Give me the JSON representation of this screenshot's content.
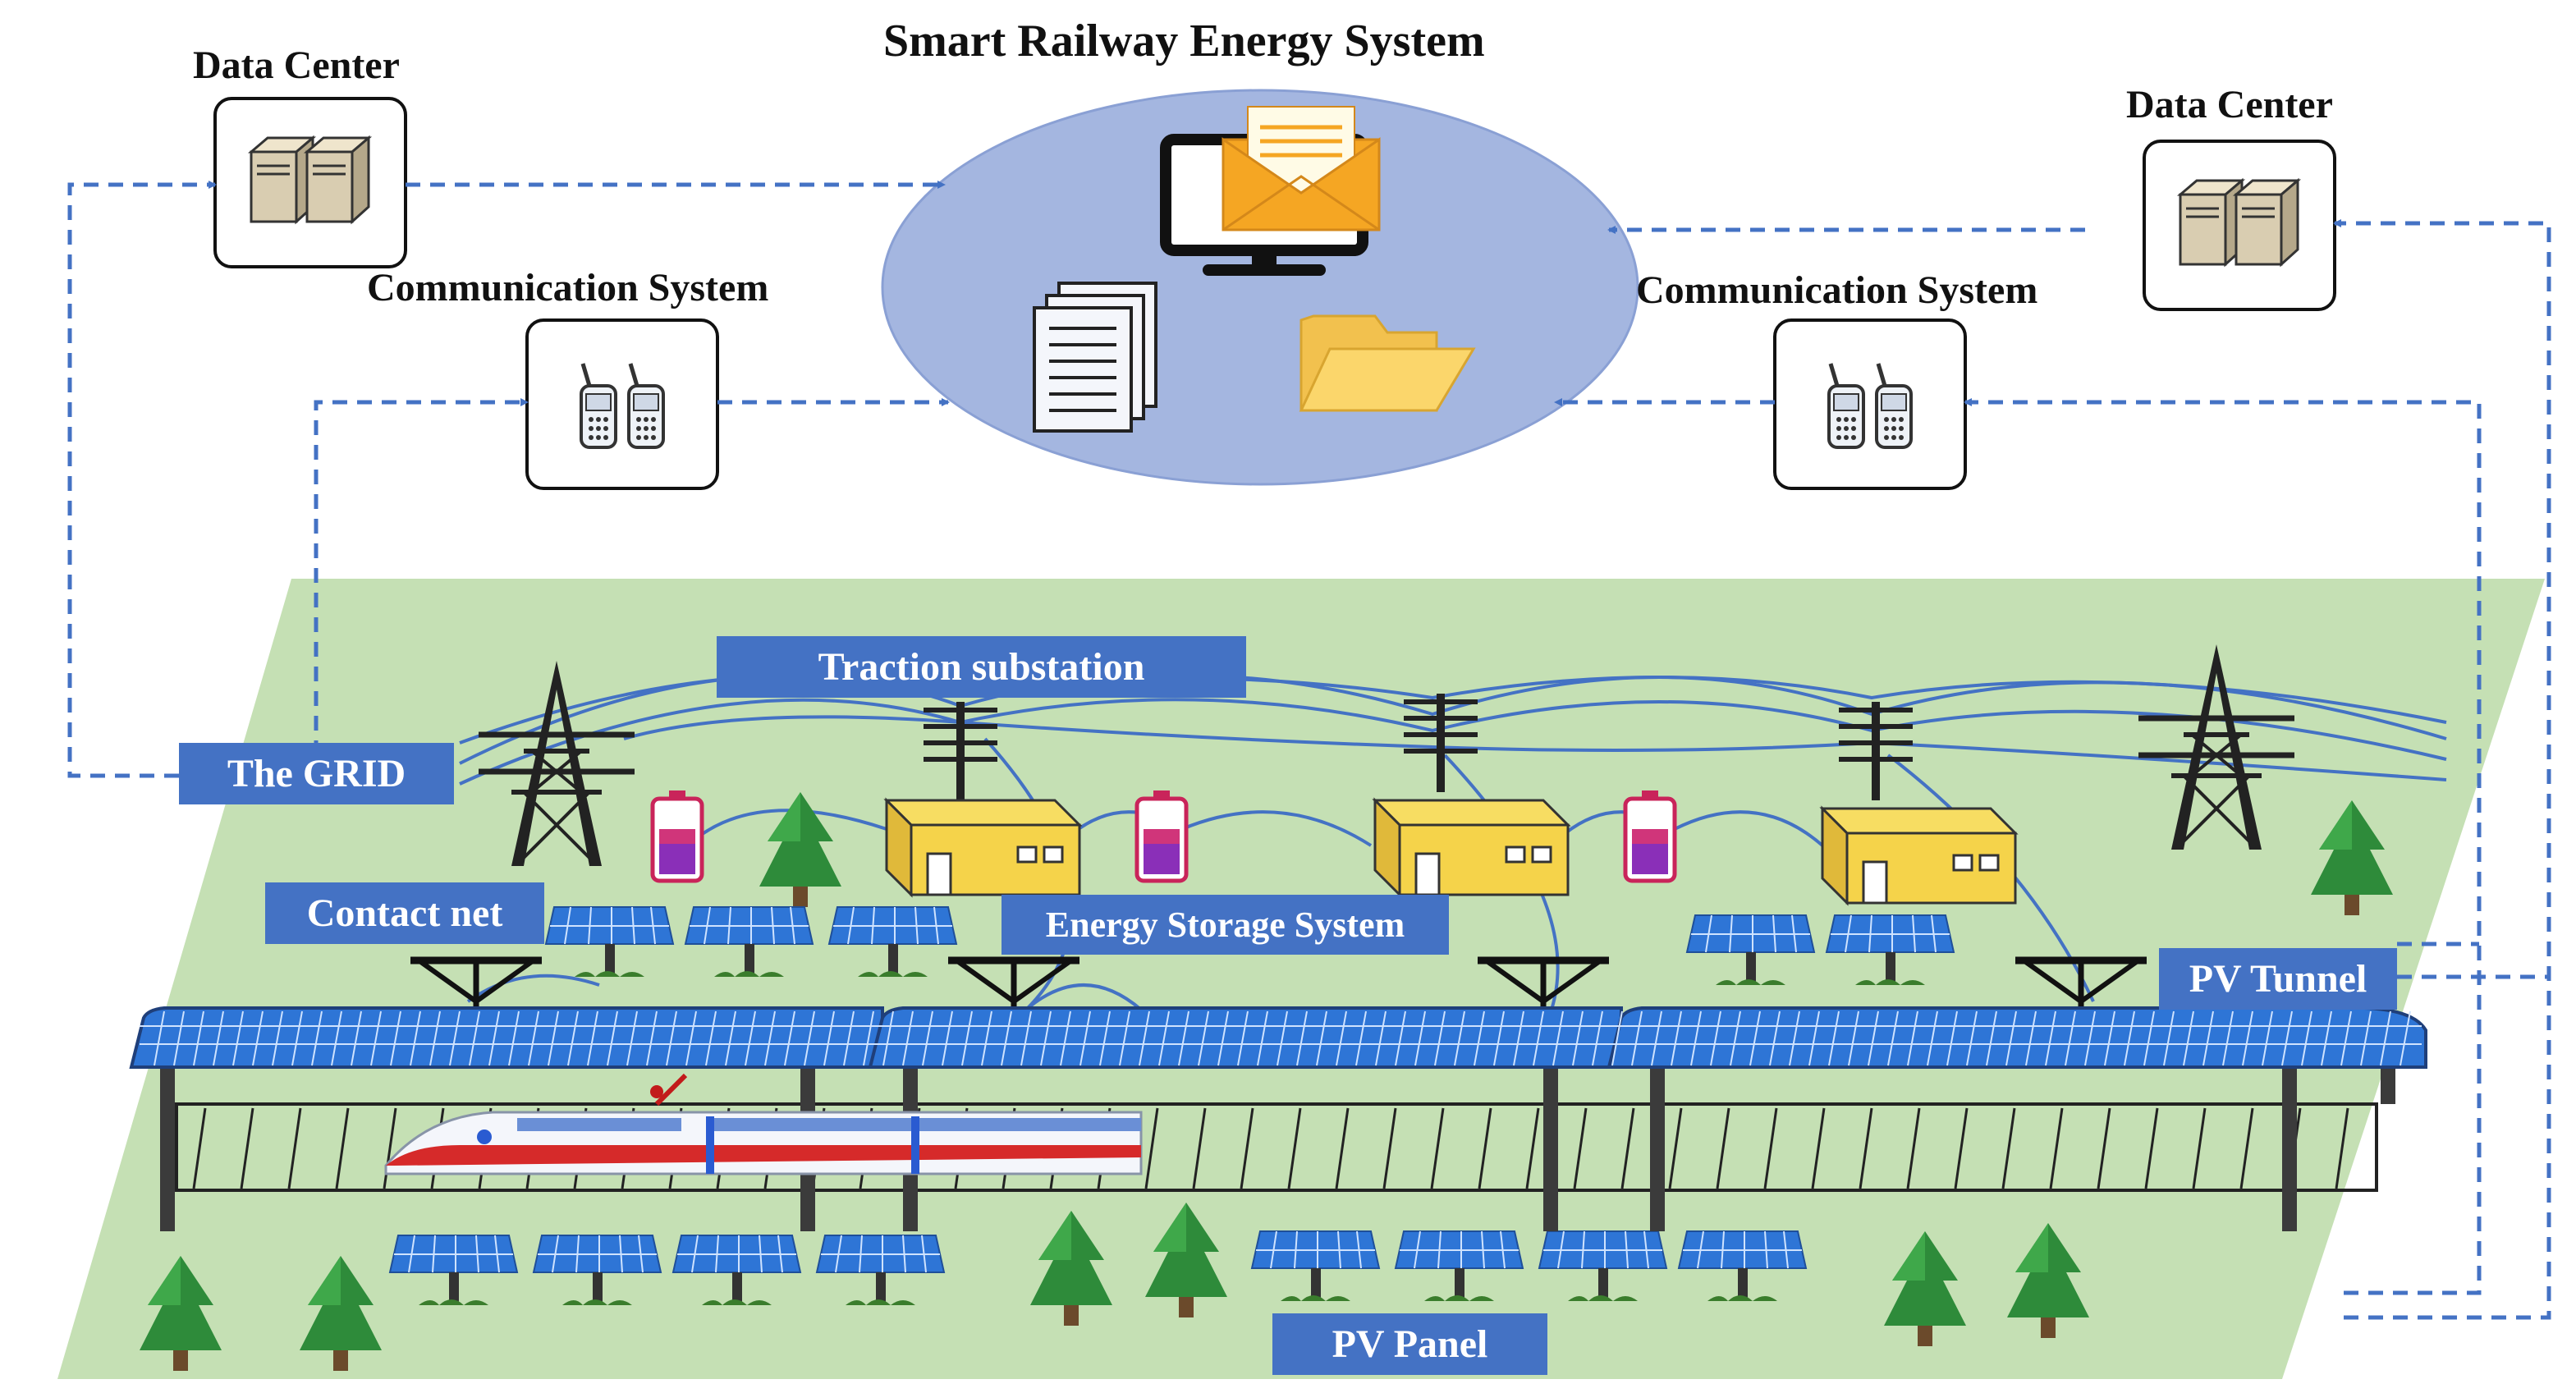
{
  "title": "Smart Railway Energy System",
  "nodes": {
    "data_center_left": "Data Center",
    "data_center_right": "Data Center",
    "comm_left": "Communication System",
    "comm_right": "Communication System"
  },
  "scene_labels": {
    "grid": "The GRID",
    "traction_substation": "Traction substation",
    "contact_net": "Contact net",
    "energy_storage": "Energy Storage System",
    "pv_tunnel": "PV Tunnel",
    "pv_panel": "PV Panel"
  },
  "icons": [
    "server-icon",
    "walkie-talkie-icon",
    "monitor-icon",
    "email-icon",
    "documents-icon",
    "folder-icon",
    "transmission-tower-icon",
    "utility-pole-icon",
    "battery-icon",
    "substation-building-icon",
    "solar-panel-icon",
    "tree-icon",
    "train-icon"
  ],
  "colors": {
    "ground": "#c5e0b4",
    "label_box": "#4472c4",
    "arrow": "#4472c4",
    "cloud": "#a4b6e0",
    "pv_panel": "#2e75d6",
    "building": "#f5d34a",
    "power_line": "#4472c4"
  }
}
